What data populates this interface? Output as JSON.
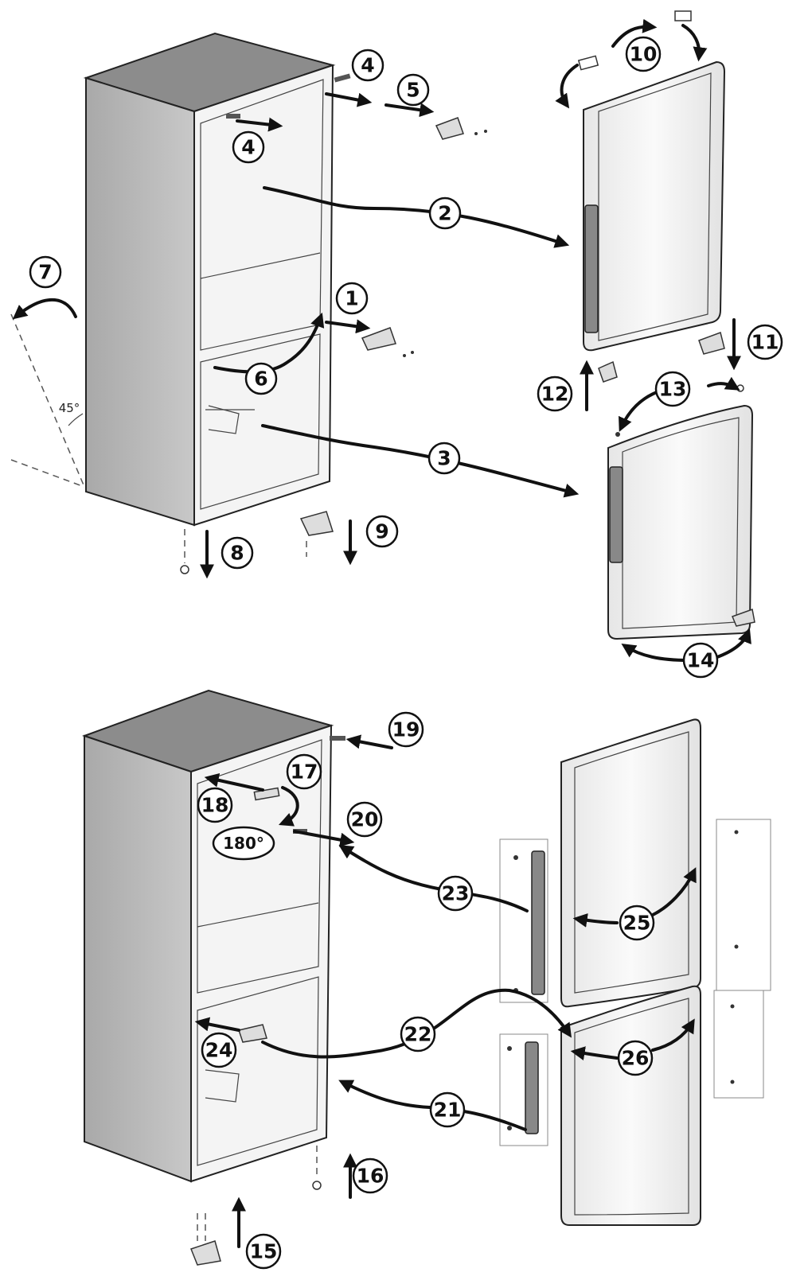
{
  "steps": {
    "s1": "1",
    "s2": "2",
    "s3": "3",
    "s4a": "4",
    "s4b": "4",
    "s5": "5",
    "s6": "6",
    "s7": "7",
    "s8": "8",
    "s9": "9",
    "s10": "10",
    "s11": "11",
    "s12": "12",
    "s13": "13",
    "s14": "14",
    "s15": "15",
    "s16": "16",
    "s17": "17",
    "s18": "18",
    "s19": "19",
    "s20": "20",
    "s21": "21",
    "s22": "22",
    "s23": "23",
    "s24": "24",
    "s25": "25",
    "s26": "26"
  },
  "labels": {
    "angle_45": "45°",
    "rotate_180": "180°"
  }
}
